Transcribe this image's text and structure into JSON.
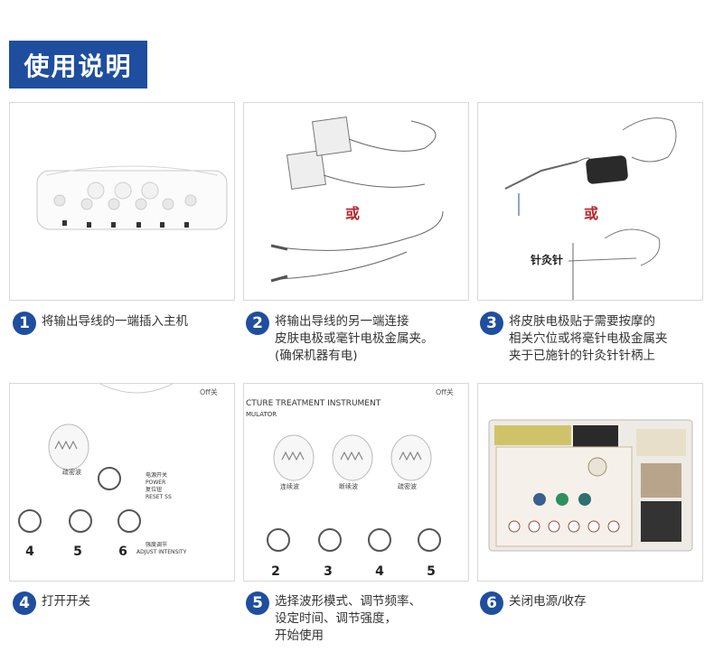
{
  "header": {
    "title": "使用说明"
  },
  "panels": {
    "p2": {
      "or_label": "或"
    },
    "p3": {
      "or_label": "或",
      "needle_label": "针灸针"
    },
    "p4": {
      "off_label": "Off关",
      "mode_label": "疏密波",
      "power_label": "电源开关",
      "power_en": "POWER",
      "reset_label": "复位钮",
      "reset_en": "RESET SS",
      "adjust_label": "强度调节",
      "adjust_en": "ADJUST INTENSITY",
      "knob_numbers": [
        "4",
        "5",
        "6"
      ]
    },
    "p5": {
      "header_text": "CTURE TREATMENT INSTRUMENT",
      "sub_text": "MULATOR",
      "off_label": "Off关",
      "wave_labels": [
        "连续波",
        "断续波",
        "疏密波"
      ],
      "knob_numbers": [
        "2",
        "3",
        "4",
        "5"
      ]
    }
  },
  "steps": [
    {
      "num": "1",
      "lines": [
        "将输出导线的一端插入主机"
      ]
    },
    {
      "num": "2",
      "lines": [
        "将输出导线的另一端连接",
        "皮肤电极或毫针电极金属夹。",
        "(确保机器有电)"
      ]
    },
    {
      "num": "3",
      "lines": [
        "将皮肤电极贴于需要按摩的",
        "相关穴位或将毫针电极金属夹",
        "夹于已施针的针灸针针柄上"
      ]
    },
    {
      "num": "4",
      "lines": [
        "打开开关"
      ]
    },
    {
      "num": "5",
      "lines": [
        "选择波形模式、调节频率、",
        "设定时间、调节强度，",
        "开始使用"
      ]
    },
    {
      "num": "6",
      "lines": [
        "关闭电源/收存"
      ]
    }
  ],
  "colors": {
    "brand": "#1f4e9f",
    "accent_red": "#b7282e"
  }
}
